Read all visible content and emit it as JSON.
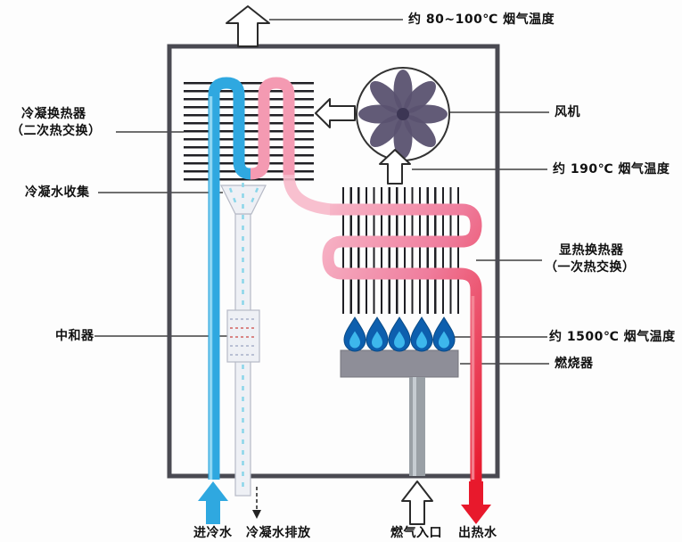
{
  "colors": {
    "cold": "#2fa8e0",
    "cold-light": "#a8e2f7",
    "hot": "#e8192c",
    "coil-pink": "#f49ab2",
    "coil-pink-light": "#f7b9ca",
    "metal": "#8e8e98",
    "pipe-gray": "#9aa0a6",
    "fins": "#1f1f24",
    "box-border": "#4a4a52",
    "fan-blade": "#5a5270",
    "flame-outer": "#0d5fae",
    "flame-inner": "#3db7ec",
    "drain-fill": "#eef0f5",
    "label": "#111111"
  },
  "icons": {
    "flue_out": "block-arrow-up",
    "flue_recirculate": "block-arrow-left",
    "flue_rise": "block-arrow-up",
    "cold_in": "block-arrow-up",
    "gas_in": "block-arrow-up",
    "hot_out": "block-arrow-down",
    "condensate_drain": "dashed-arrow-down",
    "fan": "fan-blades"
  },
  "labels": {
    "flue_top": "约 80~100℃ 烟气温度",
    "fan": "风机",
    "flue_after_primary": "约 190℃ 烟气温度",
    "primary_hx_1": "显热换热器",
    "primary_hx_2": "（一次热交换）",
    "flue_flame": "约 1500℃ 烟气温度",
    "burner": "燃烧器",
    "cond_hx_1": "冷凝换热器",
    "cond_hx_2": "（二次热交换）",
    "condensate_collect": "冷凝水收集",
    "neutralizer": "中和器",
    "cold_in": "进冷水",
    "condensate_drain": "冷凝水排放",
    "gas_in": "燃气入口",
    "hot_out": "出热水"
  }
}
